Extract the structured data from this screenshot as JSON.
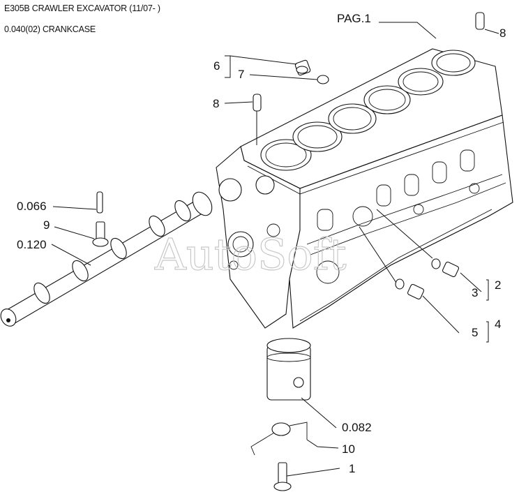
{
  "header": {
    "title": "E305B CRAWLER EXCAVATOR (11/07- )",
    "subtitle": "0.040(02) CRANKCASE"
  },
  "watermark": "AutoSoft",
  "page_ref": "PAG.1",
  "callouts": {
    "c1": "1",
    "c2": "2",
    "c3": "3",
    "c4": "4",
    "c5": "5",
    "c6": "6",
    "c7": "7",
    "c8_top": "8",
    "c8_left": "8",
    "c9": "9",
    "c10": "10",
    "c0066": "0.066",
    "c0120": "0.120",
    "c0082": "0.082"
  }
}
